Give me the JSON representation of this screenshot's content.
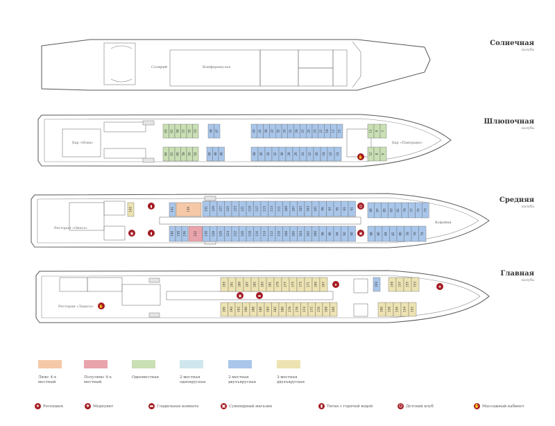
{
  "decks": [
    {
      "name": "Солнечная",
      "sub": "палуба"
    },
    {
      "name": "Шлюпочная",
      "sub": "палуба"
    },
    {
      "name": "Средняя",
      "sub": "палуба"
    },
    {
      "name": "Главная",
      "sub": "палуба"
    }
  ],
  "rooms": {
    "solarium": "Солярий",
    "conference": "Конференц-зал",
    "bar_nova": "Бар «Нова»",
    "bar_panorama": "Бар «Панорама»",
    "restaurant_oneg": "Ресторан «Онега»",
    "coffee": "Кофейня",
    "restaurant_ladoga": "Ресторан «Ладога»"
  },
  "colors": {
    "lux": "#f5c9a8",
    "semilux": "#e8a3ab",
    "single": "#c9dfb4",
    "double_single": "#cfe6ee",
    "double_bunk": "#a9c6ea",
    "triple_bunk": "#ede3b2",
    "icon_red": "#a31b22"
  },
  "cabins": {
    "boat_upper_a": [
      "63",
      "61",
      "59",
      "57",
      "55",
      "53"
    ],
    "boat_upper_b": [
      "49",
      "47"
    ],
    "boat_upper_c": [
      "43",
      "41",
      "39",
      "37",
      "35",
      "33",
      "31",
      "29",
      "27",
      "25",
      "23",
      "21",
      "19",
      "17",
      "15"
    ],
    "boat_upper_d": [
      "11",
      "9",
      "7"
    ],
    "boat_lower_a": [
      "64",
      "62",
      "60",
      "58",
      "56",
      "54"
    ],
    "boat_lower_b": [
      "50",
      "48",
      "46"
    ],
    "boat_lower_c": [
      "38",
      "36",
      "34",
      "32",
      "30",
      "28",
      "26",
      "24",
      "22",
      "20",
      "18",
      "16",
      "14"
    ],
    "boat_lower_d": [
      "12",
      "8",
      "6"
    ],
    "mid_upper_a": [
      "145"
    ],
    "mid_upper_b": [
      "141"
    ],
    "mid_upper_lux": [
      "139"
    ],
    "mid_upper_c": [
      "131",
      "129",
      "127",
      "125",
      "123",
      "121",
      "119",
      "117",
      "115",
      "113",
      "111",
      "109",
      "107",
      "105",
      "103",
      "101",
      "99",
      "97",
      "95",
      "93",
      "91"
    ],
    "mid_upper_d": [
      "89",
      "87",
      "85",
      "83",
      "81",
      "79",
      "77",
      "75",
      "73"
    ],
    "mid_lower_a": [
      "140",
      "138",
      "136"
    ],
    "mid_lower_semilux": [
      "132"
    ],
    "mid_lower_c": [
      "130",
      "128",
      "126",
      "124",
      "122",
      "120",
      "118",
      "116",
      "114",
      "112",
      "110",
      "108",
      "106",
      "104",
      "102",
      "100",
      "98",
      "96",
      "94",
      "92",
      "90"
    ],
    "mid_lower_d": [
      "88",
      "86",
      "84",
      "82",
      "80",
      "78",
      "76",
      "74"
    ],
    "main_upper_a": [
      "193",
      "191",
      "189",
      "187",
      "185",
      "183",
      "181",
      "179",
      "177",
      "175",
      "173",
      "171",
      "169",
      "167"
    ],
    "main_upper_b": [
      "163"
    ],
    "main_upper_c": [
      "159",
      "157",
      "155",
      "153"
    ],
    "main_lower_a": [
      "196",
      "194",
      "192",
      "190",
      "188",
      "186",
      "184",
      "182",
      "180",
      "178",
      "176",
      "174",
      "172",
      "170",
      "168",
      "166"
    ],
    "main_lower_b": [
      "160",
      "158",
      "156",
      "154",
      "152"
    ]
  },
  "legend": [
    {
      "label": "Люкс 4-х местный",
      "color": "#f5c9a8"
    },
    {
      "label": "Полулюкс 4-х местный",
      "color": "#e8a3ab"
    },
    {
      "label": "Одноместная",
      "color": "#c9dfb4"
    },
    {
      "label": "2-местная одноярусная",
      "color": "#cfe6ee"
    },
    {
      "label": "2-местная двухъярусная",
      "color": "#a9c6ea"
    },
    {
      "label": "3-местная двухъярусная",
      "color": "#ede3b2"
    }
  ],
  "icons": [
    {
      "label": "Ресепшен",
      "icon": "reception-icon",
      "glyph": "★"
    },
    {
      "label": "Медпункт",
      "icon": "medical-icon",
      "glyph": "✚"
    },
    {
      "label": "Гладильная комната",
      "icon": "ironing-icon",
      "glyph": "▬"
    },
    {
      "label": "Сувенирный магазин",
      "icon": "souvenir-shop-icon",
      "glyph": "▣"
    },
    {
      "label": "Титан с горячей водой",
      "icon": "hot-water-icon",
      "glyph": "▮"
    },
    {
      "label": "Детский клуб",
      "icon": "kids-club-icon",
      "glyph": "☺"
    },
    {
      "label": "Массажный кабинет",
      "icon": "massage-icon",
      "glyph": "✋"
    }
  ]
}
